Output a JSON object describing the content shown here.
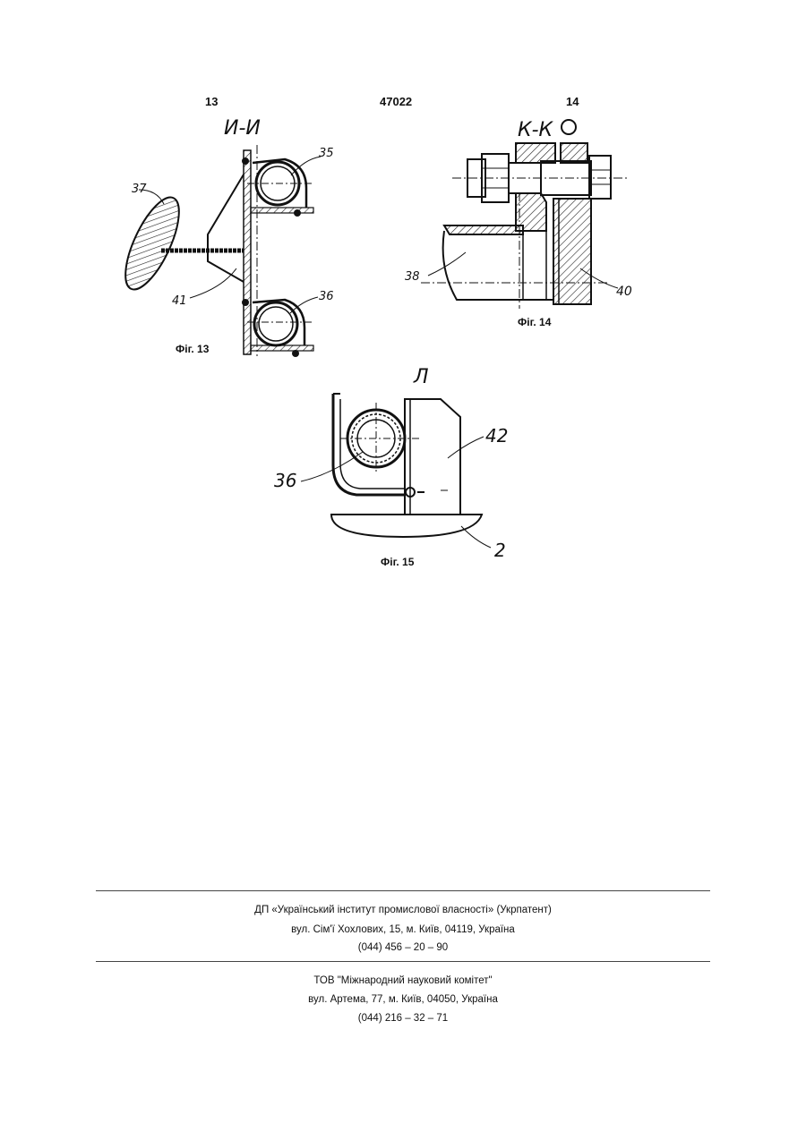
{
  "header": {
    "page_left": "13",
    "patent_number": "47022",
    "page_right": "14"
  },
  "figures": {
    "fig13": {
      "section": "И-И",
      "caption": "Фіг. 13",
      "callouts": [
        "37",
        "35",
        "41",
        "36"
      ]
    },
    "fig14": {
      "section": "К-К",
      "caption": "Фіг. 14",
      "callouts": [
        "38",
        "40"
      ]
    },
    "fig15": {
      "view": "Л",
      "caption": "Фіг. 15",
      "callouts": [
        "42",
        "36",
        "2"
      ]
    }
  },
  "footer": {
    "publisher_name": "ДП «Український інститут промислової власності» (Укрпатент)",
    "publisher_address": "вул. Сім'ї Хохлових, 15, м. Київ, 04119, Україна",
    "publisher_phone": "(044) 456 – 20 – 90",
    "printer_name": "ТОВ \"Міжнародний науковий комітет\"",
    "printer_address": "вул. Артема, 77, м. Київ, 04050, Україна",
    "printer_phone": "(044) 216 – 32 – 71"
  }
}
